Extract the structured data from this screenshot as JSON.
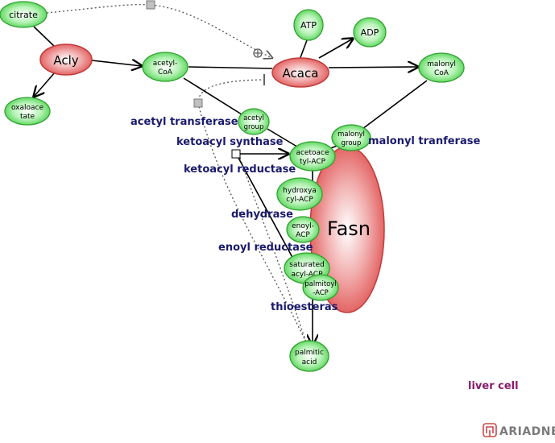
{
  "nodes": {
    "citrate": "citrate",
    "acly": "Acly",
    "oxaloacetate": [
      "oxaloace",
      "tate"
    ],
    "acetyl_coa": [
      "acetyl-",
      "CoA"
    ],
    "atp": "ATP",
    "adp": "ADP",
    "acaca": "Acaca",
    "malonyl_coa": [
      "malonyl",
      "CoA"
    ],
    "acetyl_group": [
      "acetyl",
      "group"
    ],
    "malonyl_group": [
      "malonyl",
      "group"
    ],
    "acetoacetyl_acp": [
      "acetoace",
      "tyl-ACP"
    ],
    "hydroxyacyl_acp": [
      "hydroxya",
      "cyl-ACP"
    ],
    "enoyl_acp": [
      "enoyl-",
      "ACP"
    ],
    "fasn": "Fasn",
    "saturated_acyl_acp": [
      "saturated",
      "acyl-ACP"
    ],
    "palmitoyl_acp": [
      "palmitoyl",
      "-ACP"
    ],
    "palmitic_acid": [
      "palmitic",
      "acid"
    ]
  },
  "process_labels": {
    "acetyl_transferase": "acetyl transferase",
    "ketoacyl_synthase": "ketoacyl synthase",
    "ketoacyl_reductase": "ketoacyl reductase",
    "dehydrase": "dehydrase",
    "enoyl_reductase": "enoyl reductase",
    "malonyl_tranferase": "malonyl tranferase",
    "thioesteras": "thioesteras"
  },
  "compartment": "liver cell",
  "brand": "ARIADNE",
  "colors": {
    "metabolite_fill": "#5fe05f",
    "metabolite_stroke": "#2fa12f",
    "enzyme_fill": "#e86b6b",
    "enzyme_stroke": "#c23a3a",
    "process_label": "#1a1a6e",
    "compartment_label": "#8b1a6b"
  }
}
